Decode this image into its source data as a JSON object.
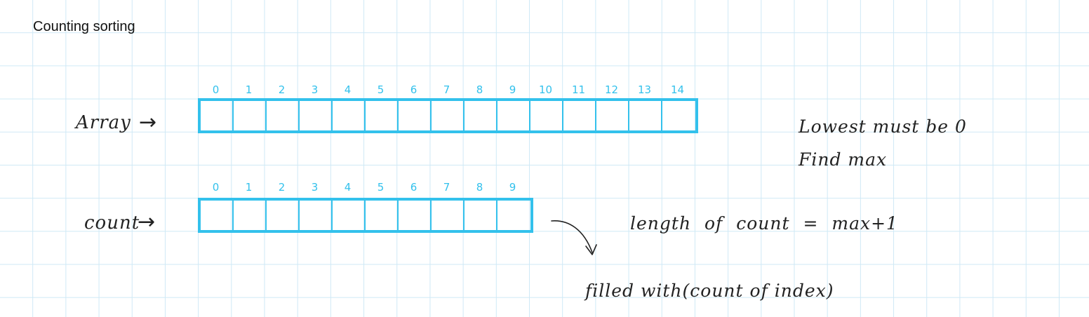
{
  "title": "Counting sorting",
  "array_row": {
    "label": "Array",
    "arrow": "→",
    "indices": [
      "0",
      "1",
      "2",
      "3",
      "4",
      "5",
      "6",
      "7",
      "8",
      "9",
      "10",
      "11",
      "12",
      "13",
      "14"
    ]
  },
  "count_row": {
    "label": "count",
    "arrow": "→",
    "indices": [
      "0",
      "1",
      "2",
      "3",
      "4",
      "5",
      "6",
      "7",
      "8",
      "9"
    ]
  },
  "notes": {
    "lowest": "Lowest must be 0",
    "find_max": "Find max",
    "length": "length of count = max+1",
    "filled": "filled with(count of index)"
  },
  "colors": {
    "grid": "#cfe9f6",
    "cells": "#33c1ec",
    "ink": "#222222"
  }
}
